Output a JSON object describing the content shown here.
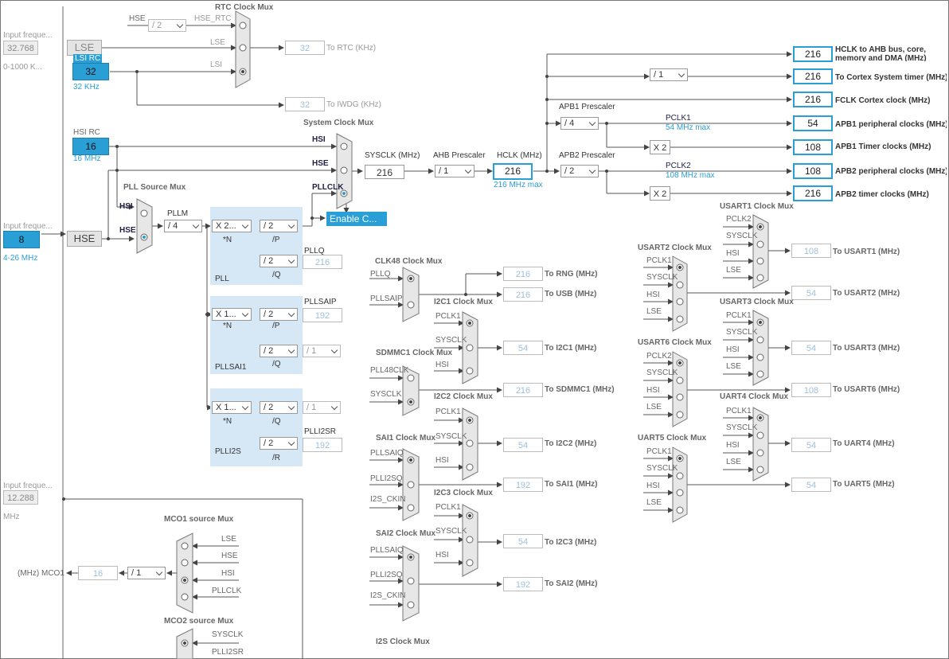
{
  "rtc": {
    "mux_title": "RTC Clock Mux",
    "hse_label": "HSE",
    "div": "/ 2",
    "hse_rtc": "HSE_RTC",
    "lse_in": "LSE",
    "lsi_in": "LSI",
    "rtc_val": "32",
    "rtc_out": "To RTC (KHz)",
    "iwdg_val": "32",
    "iwdg_out": "To IWDG (KHz)"
  },
  "lse": {
    "input_label": "Input freque...",
    "value": "32.768",
    "range": "0-1000 K...",
    "name": "LSE"
  },
  "lsi": {
    "name": "LSI RC",
    "value": "32",
    "freq": "32 KHz"
  },
  "hsi": {
    "name": "HSI RC",
    "value": "16",
    "freq": "16 MHz"
  },
  "hse": {
    "input_label": "Input freque...",
    "value": "8",
    "range": "4-26 MHz",
    "name": "HSE"
  },
  "ext": {
    "input_label": "Input freque...",
    "value": "12.288",
    "unit": "MHz"
  },
  "sysmux": {
    "title": "System Clock Mux",
    "hsi": "HSI",
    "hse": "HSE",
    "pllclk": "PLLCLK"
  },
  "enable_css": "Enable C...",
  "pllsrc": {
    "title": "PLL Source Mux",
    "hsi": "HSI",
    "hse": "HSE"
  },
  "pll": {
    "pllm_label": "PLLM",
    "pllm": "/ 4",
    "n": "X 2...",
    "n_lbl": "*N",
    "p": "/ 2",
    "p_lbl": "/P",
    "q": "/ 2",
    "q_lbl": "/Q",
    "pllq_lbl": "PLLQ",
    "pllq_val": "216",
    "name": "PLL"
  },
  "pllsai": {
    "n": "X 1...",
    "n_lbl": "*N",
    "p": "/ 2",
    "p_lbl": "/P",
    "p_out_lbl": "PLLSAIP",
    "p_val": "192",
    "q": "/ 2",
    "q_lbl": "/Q",
    "q2": "/ 1",
    "name": "PLLSAI1"
  },
  "plli2s": {
    "n": "X 1...",
    "n_lbl": "*N",
    "q": "/ 2",
    "q_lbl": "/Q",
    "q2": "/ 1",
    "r": "/ 2",
    "r_lbl": "/R",
    "r_out_lbl": "PLLI2SR",
    "r_val": "192",
    "name": "PLLI2S"
  },
  "sys": {
    "sysclk_lbl": "SYSCLK (MHz)",
    "sysclk": "216",
    "ahb_lbl": "AHB Prescaler",
    "ahb": "/ 1",
    "hclk_lbl": "HCLK (MHz)",
    "hclk": "216",
    "hclk_max": "216 MHz max",
    "apb1_lbl": "APB1 Prescaler",
    "apb1": "/ 4",
    "apb2_lbl": "APB2 Prescaler",
    "apb2": "/ 2",
    "cortex_div": "/ 1",
    "pclk1": "PCLK1",
    "pclk1_max": "54 MHz max",
    "pclk2": "PCLK2",
    "pclk2_max": "108 MHz max",
    "x2a": "X 2",
    "x2b": "X 2"
  },
  "outputs": [
    {
      "value": "216",
      "label": "HCLK to AHB bus, core, memory and DMA (MHz)"
    },
    {
      "value": "216",
      "label": "To Cortex System timer (MHz)"
    },
    {
      "value": "216",
      "label": "FCLK Cortex clock (MHz)"
    },
    {
      "value": "54",
      "label": "APB1 peripheral clocks (MHz)"
    },
    {
      "value": "108",
      "label": "APB1 Timer clocks (MHz)"
    },
    {
      "value": "108",
      "label": "APB2 peripheral clocks (MHz)"
    },
    {
      "value": "216",
      "label": "APB2 timer clocks (MHz)"
    }
  ],
  "clk48": {
    "title": "CLK48 Clock Mux",
    "in1": "PLLQ",
    "in2": "PLLSAIP",
    "rng": "216",
    "rng_lbl": "To RNG (MHz)",
    "usb": "216",
    "usb_lbl": "To USB (MHz)"
  },
  "i2c1": {
    "title": "I2C1 Clock Mux",
    "in1": "PCLK1",
    "in2": "SYSCLK",
    "in3": "HSI",
    "val": "54",
    "out": "To I2C1 (MHz)"
  },
  "sdmmc1": {
    "title": "SDMMC1 Clock Mux",
    "in1": "PLL48CLK",
    "in2": "SYSCLK",
    "val": "216",
    "out": "To SDMMC1 (MHz)"
  },
  "i2c2": {
    "title": "I2C2 Clock Mux",
    "in1": "PCLK1",
    "in2": "SYSCLK",
    "in3": "HSI",
    "val": "54",
    "out": "To I2C2 (MHz)"
  },
  "sai1": {
    "title": "SAI1 Clock Mux",
    "in1": "PLLSAIQ",
    "in2": "PLLI2SQ",
    "in3": "I2S_CKIN",
    "val": "192",
    "out": "To SAI1 (MHz)"
  },
  "i2c3": {
    "title": "I2C3 Clock Mux",
    "in1": "PCLK1",
    "in2": "SYSCLK",
    "in3": "HSI",
    "val": "54",
    "out": "To I2C3 (MHz)"
  },
  "sai2": {
    "title": "SAI2 Clock Mux",
    "in1": "PLLSAIQ",
    "in2": "PLLI2SQ",
    "in3": "I2S_CKIN",
    "val": "192",
    "out": "To SAI2 (MHz)"
  },
  "i2s": {
    "title": "I2S Clock Mux"
  },
  "usart1": {
    "title": "USART1 Clock Mux",
    "in1": "PCLK2",
    "in2": "SYSCLK",
    "in3": "HSI",
    "in4": "LSE",
    "val": "108",
    "out": "To USART1 (MHz)"
  },
  "usart2": {
    "title": "USART2 Clock Mux",
    "in1": "PCLK1",
    "in2": "SYSCLK",
    "in3": "HSI",
    "in4": "LSE",
    "val": "54",
    "out": "To USART2 (MHz)"
  },
  "usart3": {
    "title": "USART3 Clock Mux",
    "in1": "PCLK1",
    "in2": "SYSCLK",
    "in3": "HSI",
    "in4": "LSE",
    "val": "54",
    "out": "To USART3 (MHz)"
  },
  "usart6": {
    "title": "USART6 Clock Mux",
    "in1": "PCLK2",
    "in2": "SYSCLK",
    "in3": "HSI",
    "in4": "LSE",
    "val": "108",
    "out": "To USART6 (MHz)"
  },
  "uart4": {
    "title": "UART4 Clock Mux",
    "in1": "PCLK1",
    "in2": "SYSCLK",
    "in3": "HSI",
    "in4": "LSE",
    "val": "54",
    "out": "To UART4 (MHz)"
  },
  "uart5": {
    "title": "UART5 Clock Mux",
    "in1": "PCLK1",
    "in2": "SYSCLK",
    "in3": "HSI",
    "in4": "LSE",
    "val": "54",
    "out": "To UART5 (MHz)"
  },
  "mco1": {
    "title": "MCO1 source Mux",
    "in1": "LSE",
    "in2": "HSE",
    "in3": "HSI",
    "in4": "PLLCLK",
    "div": "/ 1",
    "val": "16",
    "out": "(MHz) MCO1"
  },
  "mco2": {
    "title": "MCO2 source Mux",
    "in1": "SYSCLK",
    "in2": "PLLI2SR"
  }
}
